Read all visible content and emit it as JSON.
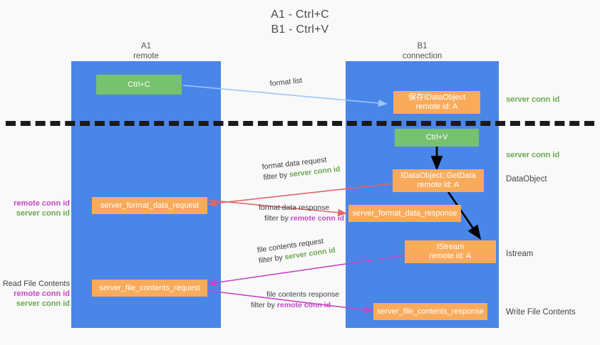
{
  "title": {
    "line1": "A1 - Ctrl+C",
    "line2": "B1 - Ctrl+V"
  },
  "lanes": [
    {
      "id": "a1",
      "name": "A1",
      "role": "remote"
    },
    {
      "id": "b1",
      "name": "B1",
      "role": "connection"
    }
  ],
  "nodes": {
    "ctrl_c": {
      "label": "Ctrl+C",
      "color": "#76c26e"
    },
    "ctrl_v": {
      "label": "Ctrl+V",
      "color": "#76c26e"
    },
    "save_dataobject": {
      "label": "保存IDataObject",
      "sub": "remote id: A",
      "color": "#f9ab5c"
    },
    "getdata": {
      "label": "IDataObject::GetData",
      "sub": "remote id: A",
      "color": "#f9ab5c"
    },
    "istream": {
      "label": "IStream",
      "sub": "remote id: A",
      "color": "#f9ab5c"
    },
    "format_data_request": {
      "label": "server_format_data_request",
      "color": "#f9ab5c"
    },
    "format_data_response": {
      "label": "server_format_data_response",
      "color": "#f9ab5c"
    },
    "file_contents_request": {
      "label": "server_file_contents_request",
      "color": "#f9ab5c"
    },
    "file_contents_response": {
      "label": "server_file_contents_response",
      "color": "#f9ab5c"
    }
  },
  "edges": {
    "format_list": {
      "line1": "format list",
      "color": "#9fc5f8"
    },
    "format_data_request": {
      "line1": "format data request",
      "filter_prefix": "filter by ",
      "filter_value": "server conn id",
      "color": "#e06666"
    },
    "format_data_response": {
      "line1": "format data response",
      "filter_prefix": "filter by ",
      "filter_value": "remote conn id",
      "color": "#e06666"
    },
    "file_contents_request": {
      "line1": "file contents request",
      "filter_prefix": "filter by ",
      "filter_value": "server conn id",
      "color": "#c646c6"
    },
    "file_contents_response": {
      "line1": "file contents response",
      "filter_prefix": "filter by ",
      "filter_value": "remote conn id",
      "color": "#c646c6"
    }
  },
  "annotations": {
    "right": [
      {
        "id": "server-conn-id-top",
        "text": "server conn id",
        "color": "#6aa84f"
      },
      {
        "id": "server-conn-id-mid",
        "text": "server conn id",
        "color": "#6aa84f"
      },
      {
        "id": "dataobject",
        "text": "DataObject",
        "color": "#444444"
      },
      {
        "id": "istream",
        "text": "Istream",
        "color": "#444444"
      },
      {
        "id": "write-file-contents",
        "text": "Write File Contents",
        "color": "#444444"
      }
    ],
    "left": {
      "block1": {
        "remote": "remote conn id",
        "server": "server conn id"
      },
      "block2": {
        "heading": "Read File Contents",
        "remote": "remote conn id",
        "server": "server conn id"
      }
    }
  },
  "colors": {
    "lane": "#4a86e8",
    "green_node": "#76c26e",
    "orange_node": "#f9ab5c",
    "remote_conn_id": "#c646c6",
    "server_conn_id": "#6aa84f",
    "red_arrow": "#e06666",
    "magenta_arrow": "#c646c6",
    "blue_arrow": "#9fc5f8",
    "black_arrow": "#000000",
    "background": "#f9f9f9"
  }
}
